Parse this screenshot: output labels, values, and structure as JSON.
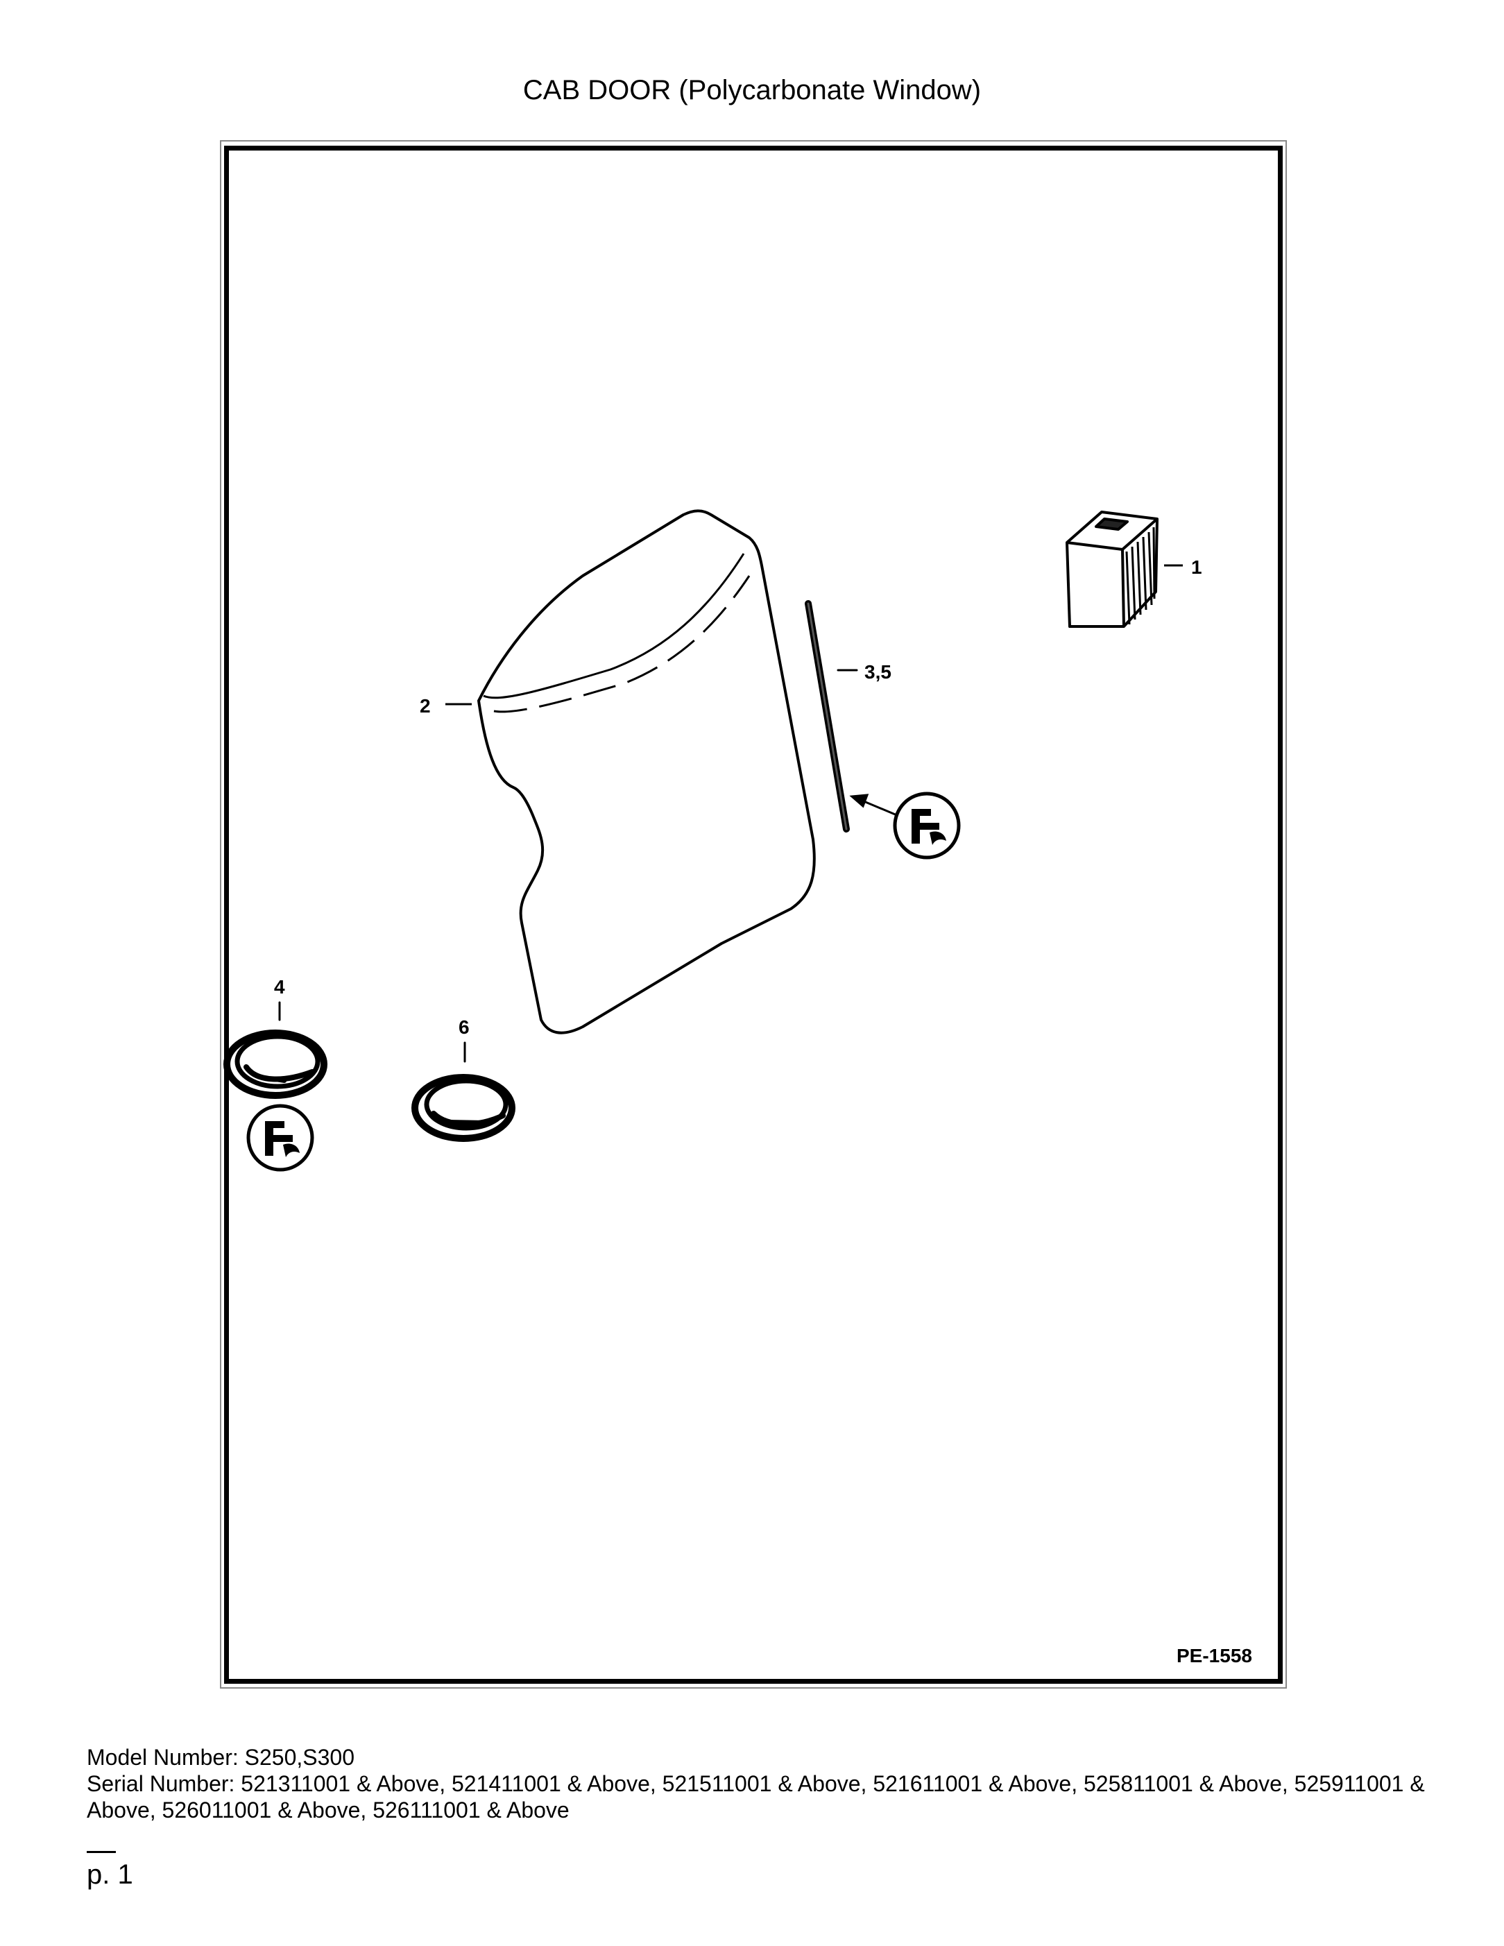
{
  "title": "CAB DOOR (Polycarbonate Window)",
  "drawing": {
    "figure_code": "PE-1558",
    "callouts": {
      "item_1": "1",
      "item_2": "2",
      "item_3_5": "3,5",
      "item_4": "4",
      "item_6": "6"
    },
    "icons": [
      "fastener-torque-icon",
      "fastener-torque-icon",
      "fastener-torque-icon"
    ]
  },
  "footer": {
    "model_line": "Model Number: S250,S300",
    "serial_line": "Serial Number: 521311001 & Above, 521411001 & Above, 521511001 & Above, 521611001 & Above, 525811001 & Above, 525911001 & Above, 526011001 & Above, 526111001 & Above"
  },
  "page": {
    "number_label": "p. 1"
  }
}
